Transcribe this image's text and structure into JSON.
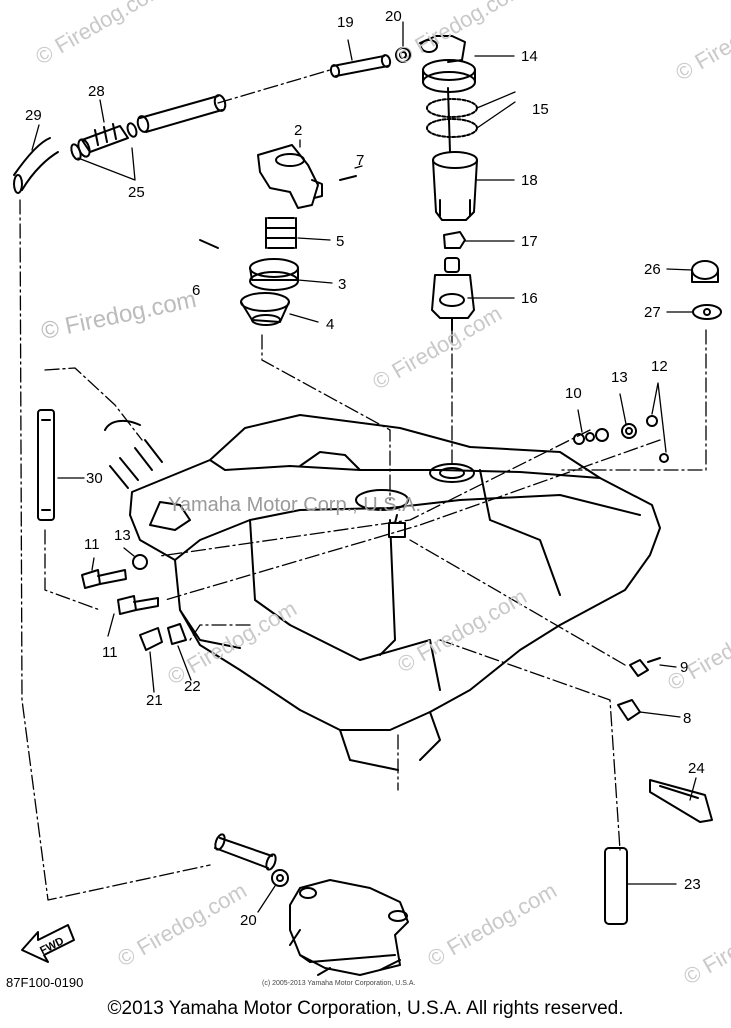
{
  "watermarks": {
    "site": "© Firedog.com",
    "overlay": "Yamaha Motor Corp., U.S.A."
  },
  "callouts": [
    {
      "id": "c2",
      "label": "2"
    },
    {
      "id": "c3",
      "label": "3"
    },
    {
      "id": "c4",
      "label": "4"
    },
    {
      "id": "c5",
      "label": "5"
    },
    {
      "id": "c6",
      "label": "6"
    },
    {
      "id": "c7",
      "label": "7"
    },
    {
      "id": "c8",
      "label": "8"
    },
    {
      "id": "c9",
      "label": "9"
    },
    {
      "id": "c10",
      "label": "10"
    },
    {
      "id": "c11a",
      "label": "11"
    },
    {
      "id": "c11b",
      "label": "11"
    },
    {
      "id": "c12",
      "label": "12"
    },
    {
      "id": "c13a",
      "label": "13"
    },
    {
      "id": "c13b",
      "label": "13"
    },
    {
      "id": "c14",
      "label": "14"
    },
    {
      "id": "c15",
      "label": "15"
    },
    {
      "id": "c16",
      "label": "16"
    },
    {
      "id": "c17",
      "label": "17"
    },
    {
      "id": "c18",
      "label": "18"
    },
    {
      "id": "c19",
      "label": "19"
    },
    {
      "id": "c20a",
      "label": "20"
    },
    {
      "id": "c20b",
      "label": "20"
    },
    {
      "id": "c21",
      "label": "21"
    },
    {
      "id": "c22",
      "label": "22"
    },
    {
      "id": "c23",
      "label": "23"
    },
    {
      "id": "c24",
      "label": "24"
    },
    {
      "id": "c25",
      "label": "25"
    },
    {
      "id": "c26",
      "label": "26"
    },
    {
      "id": "c27",
      "label": "27"
    },
    {
      "id": "c28",
      "label": "28"
    },
    {
      "id": "c29",
      "label": "29"
    },
    {
      "id": "c30",
      "label": "30"
    }
  ],
  "fwd_label": "FWD",
  "diagram_code": "87F100-0190",
  "small_copyright": "(c) 2005-2013 Yamaha Motor Corporation, U.S.A.",
  "footer": "©2013 Yamaha Motor Corporation, U.S.A. All rights reserved."
}
